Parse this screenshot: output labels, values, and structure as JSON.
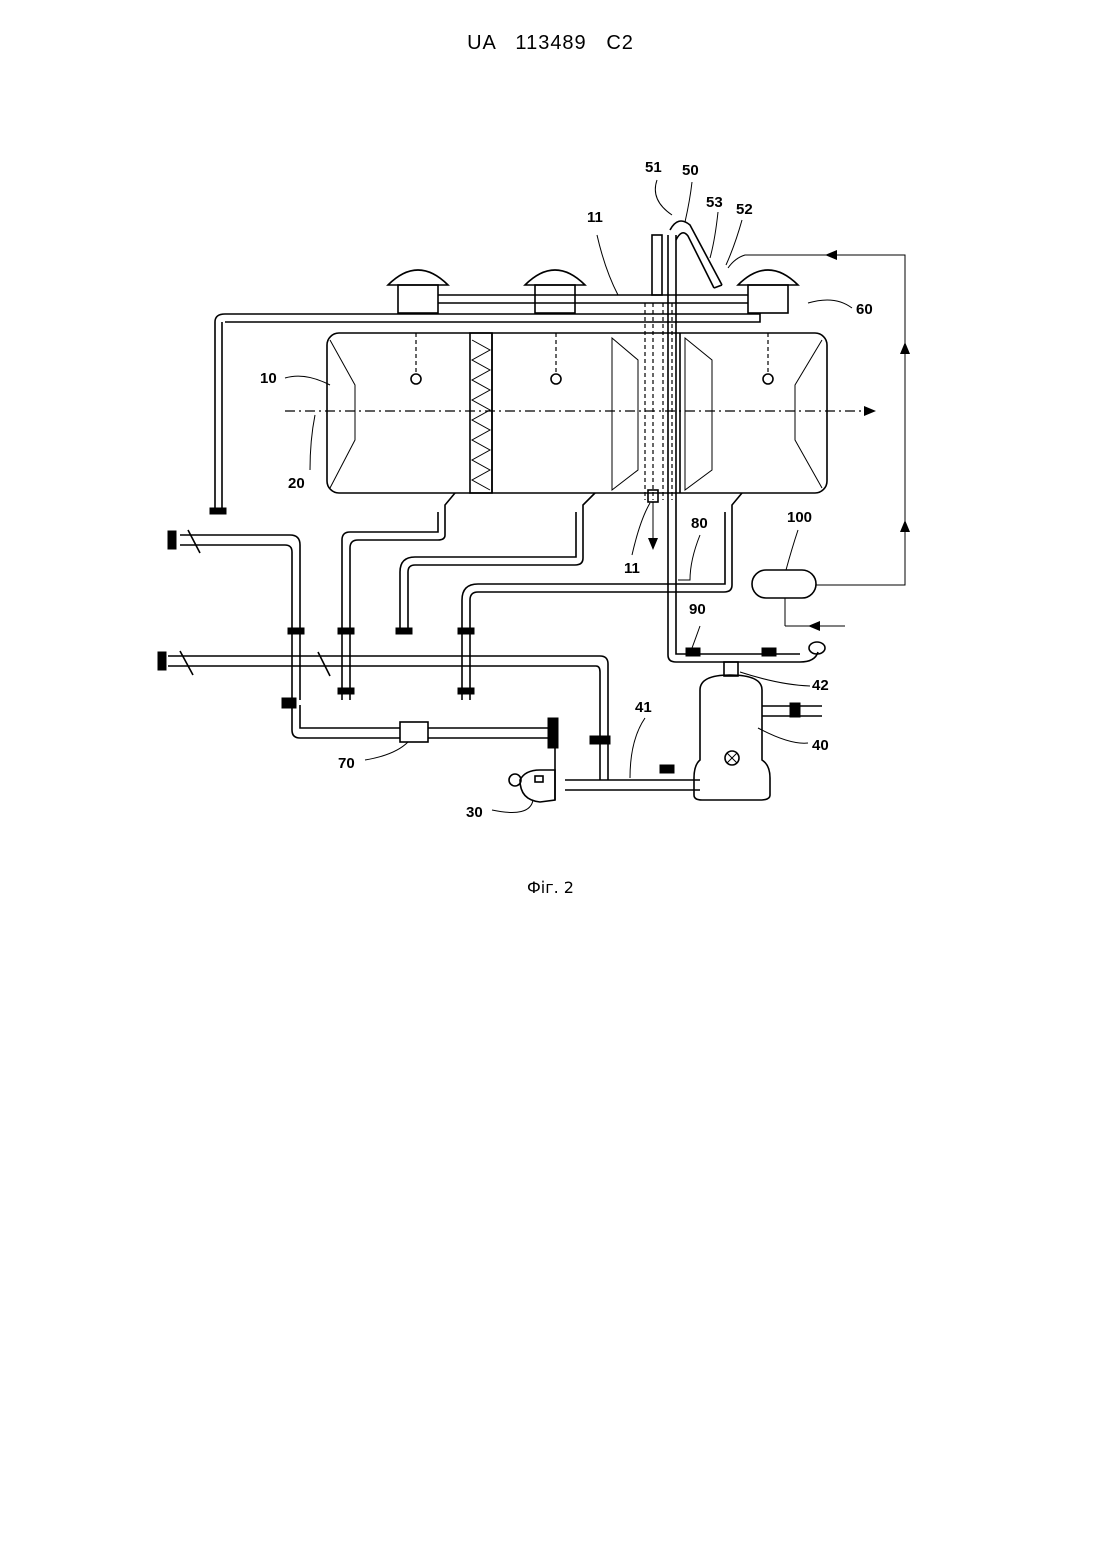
{
  "header": {
    "patent_number": "UA   113489   C2"
  },
  "figure": {
    "caption": "Фіг. 2",
    "labels": {
      "l10": "10",
      "l20": "20",
      "l11_top": "11",
      "l11_bottom": "11",
      "l30": "30",
      "l40": "40",
      "l41": "41",
      "l42": "42",
      "l50": "50",
      "l51": "51",
      "l52": "52",
      "l53": "53",
      "l60": "60",
      "l70": "70",
      "l80": "80",
      "l90": "90",
      "l100": "100"
    }
  }
}
